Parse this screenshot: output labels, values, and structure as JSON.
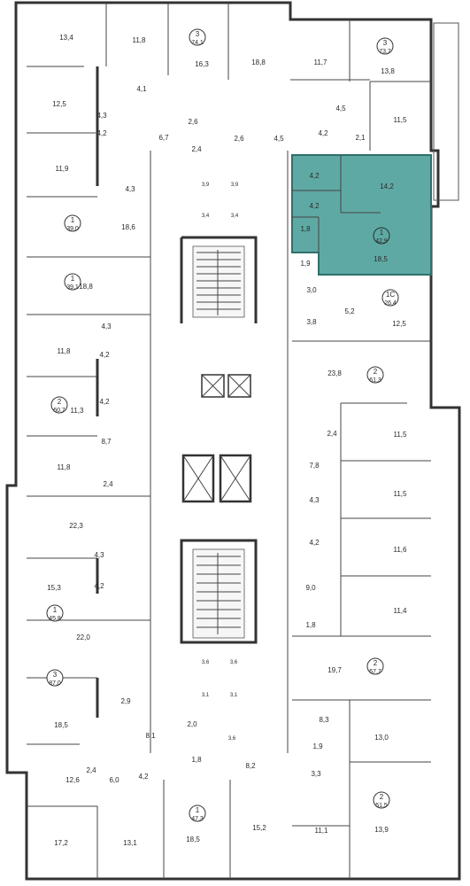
{
  "colors": {
    "background": "#ffffff",
    "wall": "#333333",
    "highlight_fill": "#5fa9a4",
    "highlight_stroke": "#2f6f6b",
    "highlight_text": "#1f2f2e"
  },
  "icons": [
    "stair-icon",
    "elevator-icon",
    "bathtub-icon",
    "toilet-icon",
    "sink-icon",
    "door-swing-icon"
  ],
  "apartments": [
    {
      "id": "3-74-1",
      "number": "3",
      "area": "74,1"
    },
    {
      "id": "3-73-7",
      "number": "3",
      "area": "73,7"
    },
    {
      "id": "1-39-0",
      "number": "1",
      "area": "39,0"
    },
    {
      "id": "1-39-1",
      "number": "1",
      "area": "39,1"
    },
    {
      "id": "1c-26-4",
      "number": "1С",
      "area": "26,4"
    },
    {
      "id": "1-42-9",
      "number": "1",
      "area": "42,9"
    },
    {
      "id": "2-61-3",
      "number": "2",
      "area": "61,3"
    },
    {
      "id": "2-60-7",
      "number": "2",
      "area": "60,7"
    },
    {
      "id": "1-45-8",
      "number": "1",
      "area": "45,8"
    },
    {
      "id": "2-57-7",
      "number": "2",
      "area": "57,7"
    },
    {
      "id": "3-87-0",
      "number": "3",
      "area": "87,0"
    },
    {
      "id": "1-47-3",
      "number": "1",
      "area": "47,3"
    },
    {
      "id": "2-51-5",
      "number": "2",
      "area": "51,5"
    }
  ],
  "rooms": [
    "13,4",
    "11,8",
    "16,3",
    "18,8",
    "11,7",
    "13,8",
    "4,1",
    "12,5",
    "4,3",
    "2,6",
    "6,7",
    "4,5",
    "4,2",
    "11,5",
    "4,2",
    "2,1",
    "2,4",
    "2,6",
    "4,5",
    "11,9",
    "4,3",
    "3,9",
    "3,9",
    "4,2",
    "14,2",
    "3,4",
    "3,4",
    "4,2",
    "18,6",
    "1,8",
    "18,5",
    "1,9",
    "18,8",
    "3,0",
    "3,8",
    "5,2",
    "12,5",
    "4,3",
    "11,8",
    "4,2",
    "23,8",
    "11,3",
    "4,2",
    "2,4",
    "11,5",
    "8,7",
    "11,8",
    "2,4",
    "7,8",
    "11,5",
    "22,3",
    "4,3",
    "4,2",
    "11,6",
    "15,3",
    "4,3",
    "4,2",
    "9,0",
    "11,4",
    "1,8",
    "22,0",
    "3,6",
    "3,6",
    "19,7",
    "3,1",
    "3,1",
    "2,9",
    "18,5",
    "8,1",
    "2,0",
    "3,6",
    "8,3",
    "13,0",
    "1,9",
    "1,8",
    "8,2",
    "3,3",
    "12,6",
    "2,4",
    "6,0",
    "4,2",
    "11,1",
    "13,9",
    "17,2",
    "13,1",
    "18,5",
    "15,2"
  ]
}
